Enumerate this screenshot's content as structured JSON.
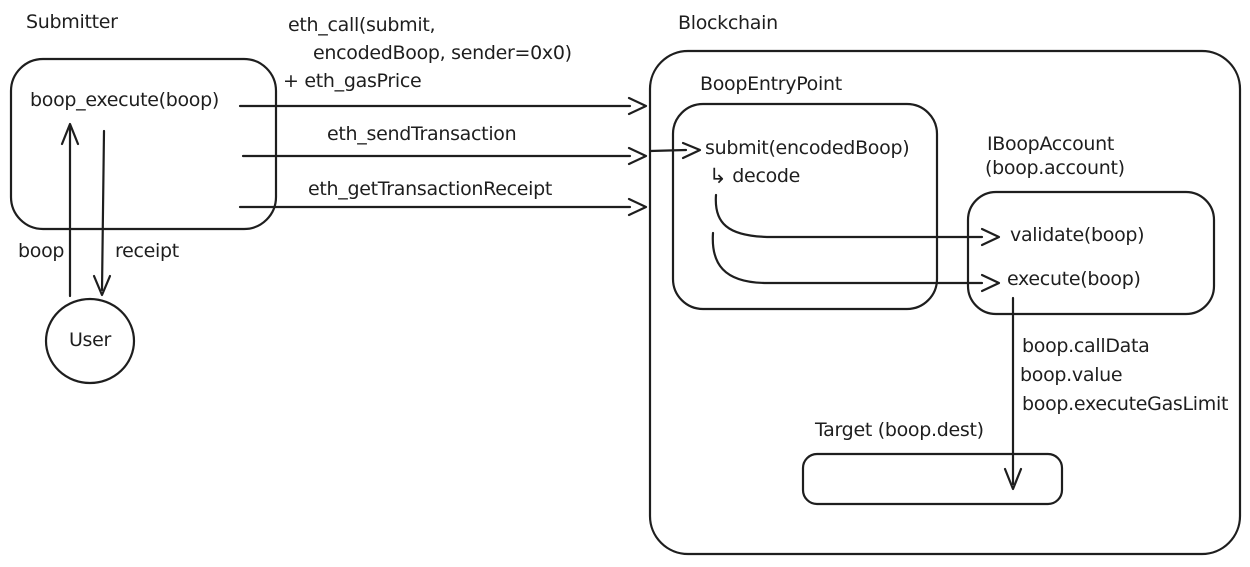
{
  "colors": {
    "stroke": "#1e1e1e",
    "background": "#ffffff"
  },
  "nodes": {
    "submitter": {
      "label": "Submitter",
      "method": "boop_execute(boop)"
    },
    "user": {
      "label": "User"
    },
    "blockchain": {
      "label": "Blockchain"
    },
    "boop_entry_point": {
      "label": "BoopEntryPoint",
      "method": "submit(encodedBoop)",
      "decode_icon": "↳",
      "decode_label": "decode"
    },
    "iboop_account": {
      "label": "IBoopAccount",
      "sublabel": "(boop.account)",
      "methods": [
        "validate(boop)",
        "execute(boop)"
      ]
    },
    "target": {
      "label": "Target (boop.dest)"
    }
  },
  "edges": {
    "eth_call": {
      "lines": [
        "eth_call(submit,",
        "encodedBoop, sender=0x0)",
        "+ eth_gasPrice"
      ]
    },
    "eth_send": {
      "label": "eth_sendTransaction"
    },
    "eth_receipt": {
      "label": "eth_getTransactionReceipt"
    },
    "boop": {
      "label": "boop"
    },
    "receipt": {
      "label": "receipt"
    },
    "execute_params": {
      "lines": [
        "boop.callData",
        "boop.value",
        "boop.executeGasLimit"
      ]
    }
  }
}
